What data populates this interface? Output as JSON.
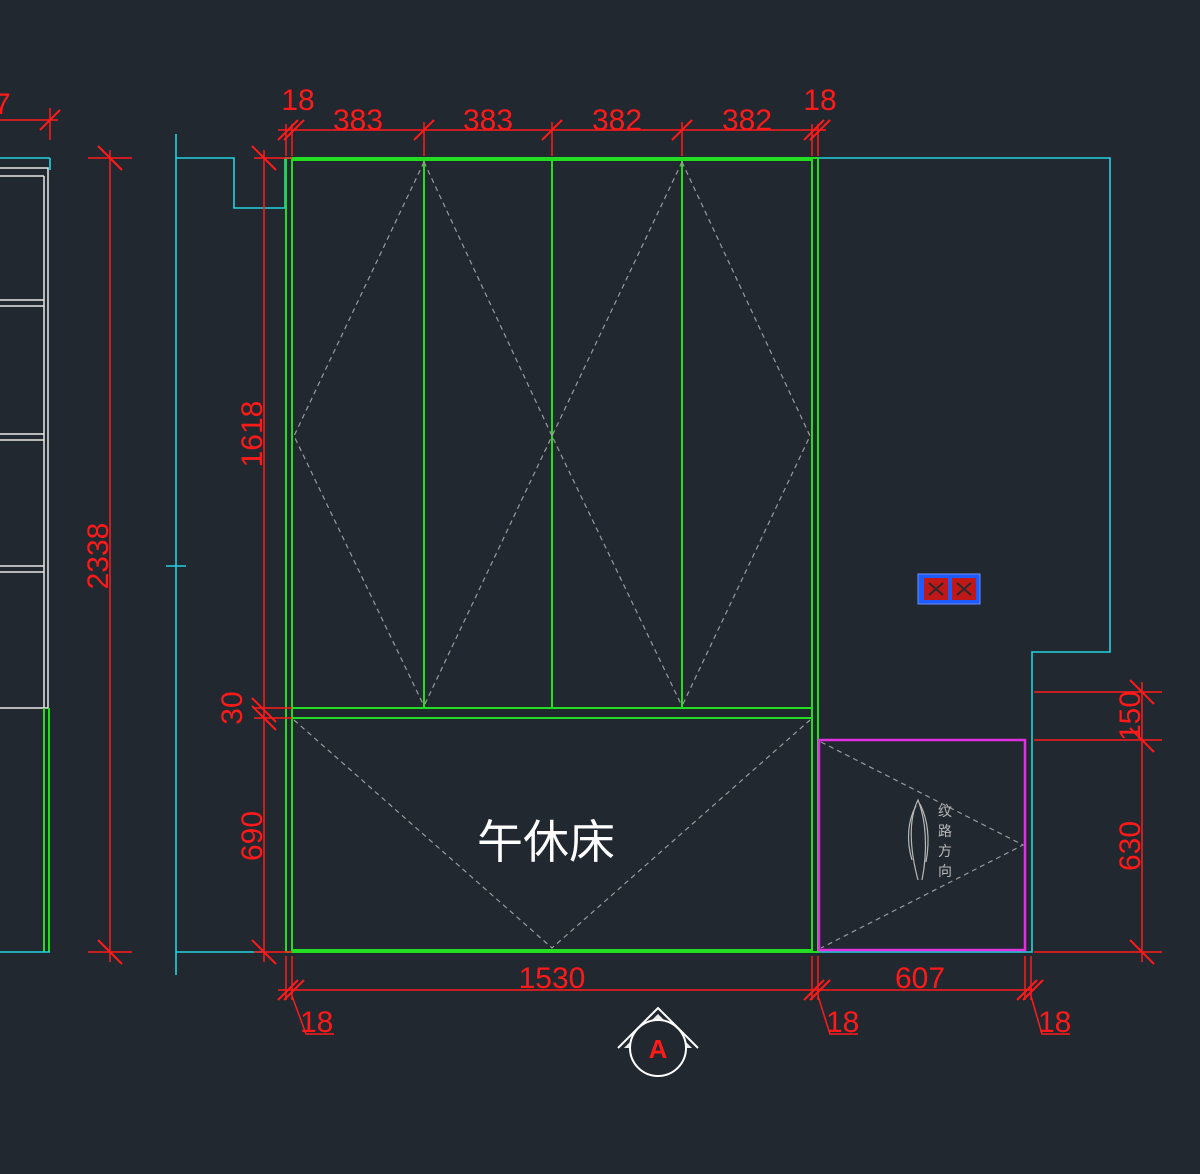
{
  "labels": {
    "bed": "午休床",
    "grain": [
      "纹",
      "路",
      "方",
      "向"
    ],
    "section_marker": "A"
  },
  "dimensions": {
    "top_left_cut": "7",
    "top": [
      "18",
      "383",
      "383",
      "382",
      "382",
      "18"
    ],
    "left_total": "2338",
    "left_upper": "1618",
    "left_mid": "30",
    "left_lower": "690",
    "bottom_bed": "1530",
    "bottom_side": "607",
    "bottom_small": [
      "18",
      "18",
      "18"
    ],
    "right_upper": "150",
    "right_lower": "630"
  },
  "colors": {
    "background": "#212830",
    "dimension": "#ff1a1a",
    "cabinet": "#22dd22",
    "wall": "#22d3e0",
    "side_cabinet": "#e030e0",
    "outlet": "#1e5bff"
  }
}
